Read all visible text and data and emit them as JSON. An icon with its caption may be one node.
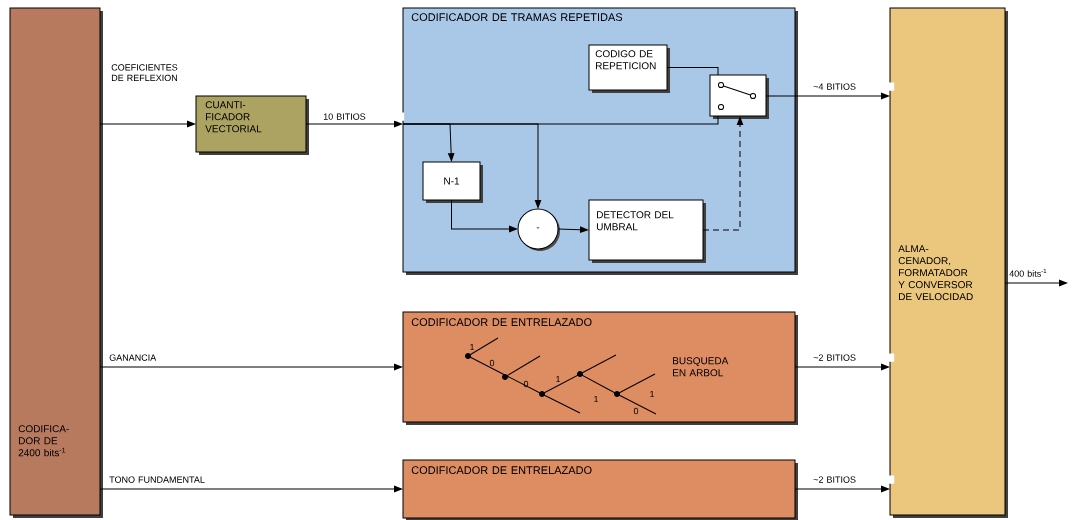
{
  "diagram": {
    "nodes": [
      {
        "text": [
          "CODIFICA- DOR DE 2400 bits$^{-1}$"
        ]
      },
      {
        "text": [
          "CUANTI- FICADOR VECTORIAL"
        ]
      },
      {
        "text": [
          "CODIFICADOR DE TRAMAS REPETIDAS"
        ]
      },
      {
        "text": [
          "CODIGO DE REPETICION"
        ],
        "in": 2
      },
      {
        "text": [],
        "shape": "box",
        "in": 2
      },
      {
        "text": [
          "N-1"
        ],
        "in": 2
      },
      {
        "text": [
          "-"
        ],
        "in": 2
      },
      {
        "text": [
          "DETECTOR DEL UMBRAL"
        ],
        "in": 2
      },
      {
        "text": [
          "CODIFICADOR DE ENTRELAZADO",
          "BUSQUEDA EN ARBOL"
        ]
      },
      {
        "text": [
          "CODIFICADOR DE ENTRELAZADO"
        ]
      },
      {
        "text": [
          "ALMA- CENADOR, FORMATADOR Y CONVERSOR DE VELOCIDAD"
        ]
      }
    ],
    "edges": [
      {
        "from": 0,
        "to": 1,
        "arrow": "to",
        "label": "COEFICIENTES DE REFLEXION"
      },
      {
        "from": 1,
        "to": 2,
        "arrow": "to",
        "label": "10 BITIOS"
      },
      {
        "from": 2,
        "to": 4,
        "arrow": "none"
      },
      {
        "from": 2,
        "to": 5,
        "arrow": "to"
      },
      {
        "from": 2,
        "to": 6,
        "arrow": "to"
      },
      {
        "from": 3,
        "to": 4,
        "arrow": "none"
      },
      {
        "from": 5,
        "to": 6,
        "arrow": "to"
      },
      {
        "from": 6,
        "to": 7,
        "arrow": "to"
      },
      {
        "from": 7,
        "to": 4,
        "arrow": "to",
        "style": "dashed"
      },
      {
        "from": 4,
        "to": 10,
        "arrow": "to",
        "label": "~4 BITIOS"
      },
      {
        "from": 0,
        "to": 8,
        "arrow": "to",
        "label": "GANANCIA"
      },
      {
        "from": 8,
        "to": 10,
        "arrow": "to",
        "label": "~2 BITIOS"
      },
      {
        "from": 0,
        "to": 9,
        "arrow": "to",
        "label": "TONO FUNDAMENTAL"
      },
      {
        "from": 9,
        "to": 10,
        "arrow": "to",
        "label": "~2 BITIOS"
      },
      {
        "from": 10,
        "to": null,
        "arrow": "to",
        "label": "400 bits$^{-1}$"
      }
    ],
    "labels": [
      "1",
      "0",
      "0",
      "1",
      "1",
      "1",
      "0"
    ]
  }
}
